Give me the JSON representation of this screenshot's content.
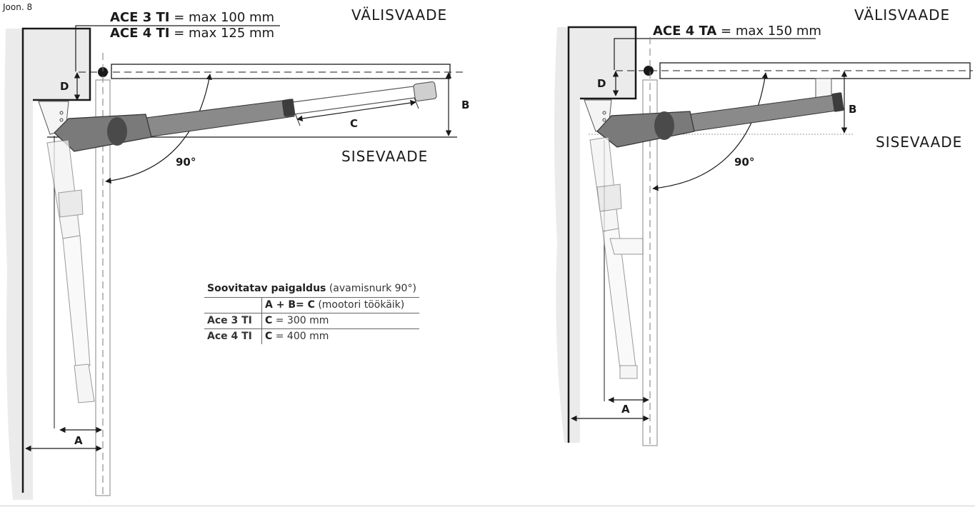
{
  "figure_label": "Joon. 8",
  "left": {
    "max_lines": [
      {
        "model": "ACE 3 TI",
        "text": " = max 100 mm"
      },
      {
        "model": "ACE 4 TI",
        "text": " = max 125 mm"
      }
    ],
    "outer_view": "VÄLISVAADE",
    "inner_view": "SISEVAADE",
    "angle": "90°",
    "dim_a": "A",
    "dim_b": "B",
    "dim_c": "C",
    "dim_d": "D"
  },
  "right": {
    "max_line": {
      "model": "ACE 4 TA",
      "text": " = max 150 mm"
    },
    "outer_view": "VÄLISVAADE",
    "inner_view": "SISEVAADE",
    "angle": "90°",
    "dim_a": "A",
    "dim_b": "B",
    "dim_d": "D"
  },
  "table": {
    "caption_bold": "Soovitatav paigaldus",
    "caption_rest": " (avamisnurk 90°)",
    "header_bold": "A + B= C",
    "header_rest": " (mootori töökäik)",
    "rows": [
      {
        "model": "Ace 3 TI",
        "key": "C",
        "value": " = 300 mm"
      },
      {
        "model": "Ace 4 TI",
        "key": "C",
        "value": " = 400 mm"
      }
    ]
  },
  "colors": {
    "motor_body": "#8a8a8a",
    "motor_dark": "#4a4a4a",
    "wall": "#ebebeb",
    "line": "#1a1a1a"
  }
}
